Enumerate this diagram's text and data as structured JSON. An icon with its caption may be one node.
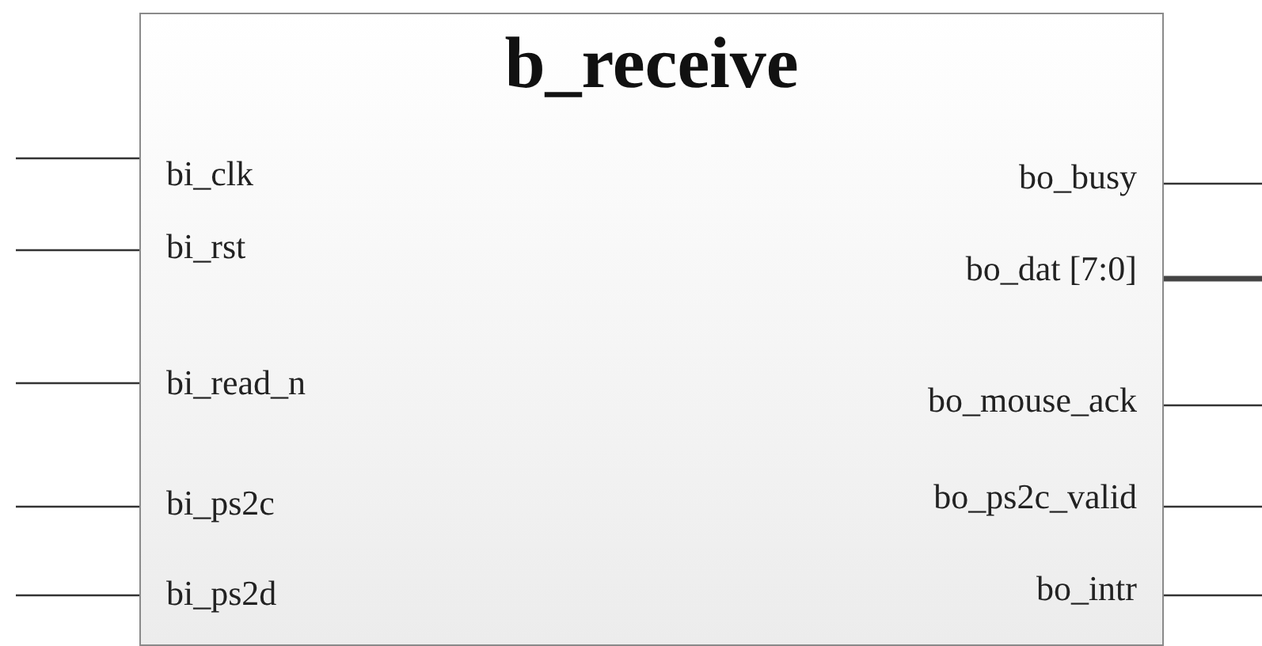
{
  "diagram": {
    "nodes": [
      {
        "text": [
          "b_receive"
        ]
      },
      {
        "text": [
          "bi_clk"
        ],
        "in": 0
      },
      {
        "text": [
          "bo_busy"
        ],
        "in": 0
      },
      {
        "text": [
          "bi_rst"
        ],
        "in": 0
      },
      {
        "text": [
          "bo_dat [7:0]"
        ],
        "in": 0
      },
      {
        "text": [
          "bi_read_n"
        ],
        "in": 0
      },
      {
        "text": [
          "bo_mouse_ack"
        ],
        "in": 0
      },
      {
        "text": [
          "bi_ps2c"
        ],
        "in": 0
      },
      {
        "text": [
          "bo_ps2c_valid"
        ],
        "in": 0
      },
      {
        "text": [
          "bi_ps2d"
        ],
        "in": 0
      },
      {
        "text": [
          "bo_intr"
        ],
        "in": 0
      }
    ],
    "edges": [
      {
        "from": null,
        "to": 1,
        "arrow": "none"
      },
      {
        "from": null,
        "to": 3,
        "arrow": "none"
      },
      {
        "from": null,
        "to": 5,
        "arrow": "none"
      },
      {
        "from": null,
        "to": 7,
        "arrow": "none"
      },
      {
        "from": null,
        "to": 9,
        "arrow": "none"
      },
      {
        "from": 2,
        "to": null,
        "arrow": "none"
      },
      {
        "from": 4,
        "to": null,
        "arrow": "none",
        "style": "thick"
      },
      {
        "from": 6,
        "to": null,
        "arrow": "none"
      },
      {
        "from": 8,
        "to": null,
        "arrow": "none"
      },
      {
        "from": 10,
        "to": null,
        "arrow": "none"
      }
    ]
  }
}
